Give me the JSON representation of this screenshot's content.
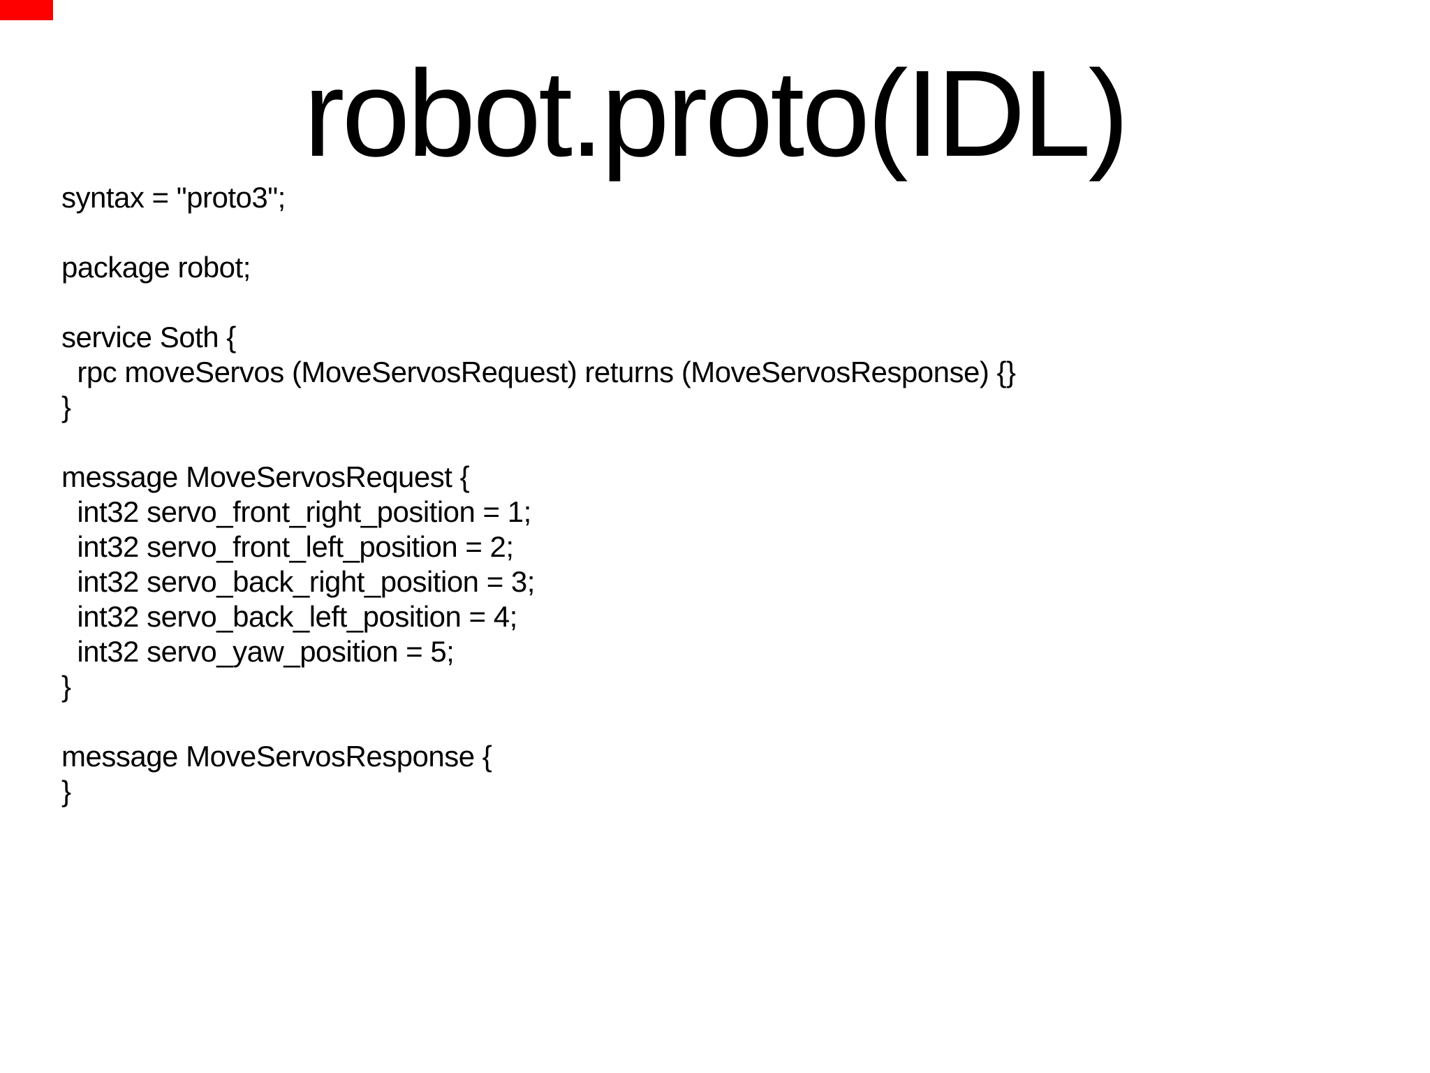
{
  "slide": {
    "background_color": "#ffffff",
    "text_color": "#000000",
    "marker_color": "#fe0000",
    "title": "robot.proto(IDL)",
    "code_lines": [
      "syntax = \"proto3\";",
      "",
      "package robot;",
      "",
      "service Soth {",
      "  rpc moveServos (MoveServosRequest) returns (MoveServosResponse) {}",
      "}",
      "",
      "message MoveServosRequest {",
      "  int32 servo_front_right_position = 1;",
      "  int32 servo_front_left_position = 2;",
      "  int32 servo_back_right_position = 3;",
      "  int32 servo_back_left_position = 4;",
      "  int32 servo_yaw_position = 5;",
      "}",
      "",
      "message MoveServosResponse {",
      "}"
    ]
  }
}
